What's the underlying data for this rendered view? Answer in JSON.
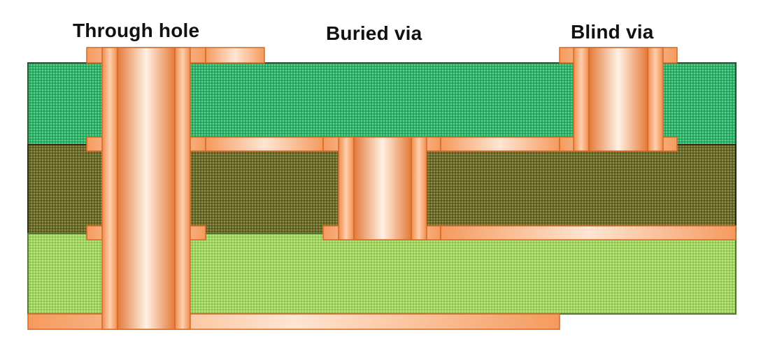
{
  "labels": {
    "through_hole": "Through hole",
    "buried_via": "Buried via",
    "blind_via": "Blind via"
  },
  "colors": {
    "layer_top": "#2fb36a",
    "layer_middle": "#6b6b2c",
    "layer_bottom": "#9ed45f",
    "copper": "#f2a06a",
    "copper_light": "#ffe3cf",
    "copper_edge": "#d46a22",
    "layer_border": "#1f5a2e"
  }
}
